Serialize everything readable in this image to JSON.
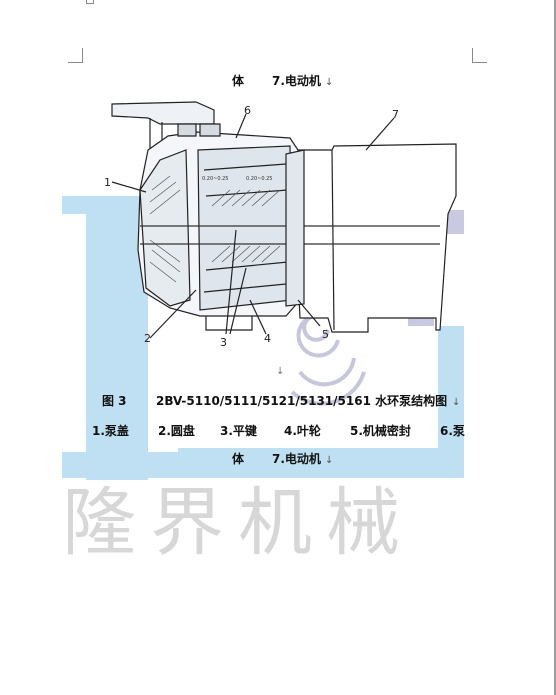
{
  "header_line": {
    "part": "体",
    "item": "7.电动机",
    "mark": "↓"
  },
  "figure": {
    "callouts": [
      "1",
      "2",
      "3",
      "4",
      "5",
      "6",
      "7"
    ],
    "dims": [
      "0.20~0.25",
      "0.20~0.25"
    ]
  },
  "caption": {
    "label": "图 3",
    "title": "2BV-5110/5111/5121/5131/5161 水环泵结构图",
    "mark": "↓"
  },
  "legend": {
    "items": [
      "1.泵盖",
      "2.圆盘",
      "3.平键",
      "4.叶轮",
      "5.机械密封",
      "6.泵"
    ],
    "continuation": "体",
    "last": "7.电动机",
    "mark": "↓"
  },
  "paragraph_mark": "↓",
  "watermark": {
    "text": "隆界机械",
    "colors": {
      "blue": "#bfe0f3",
      "grey": "#c9c9e2",
      "swirl": "#c6c6dc"
    }
  }
}
